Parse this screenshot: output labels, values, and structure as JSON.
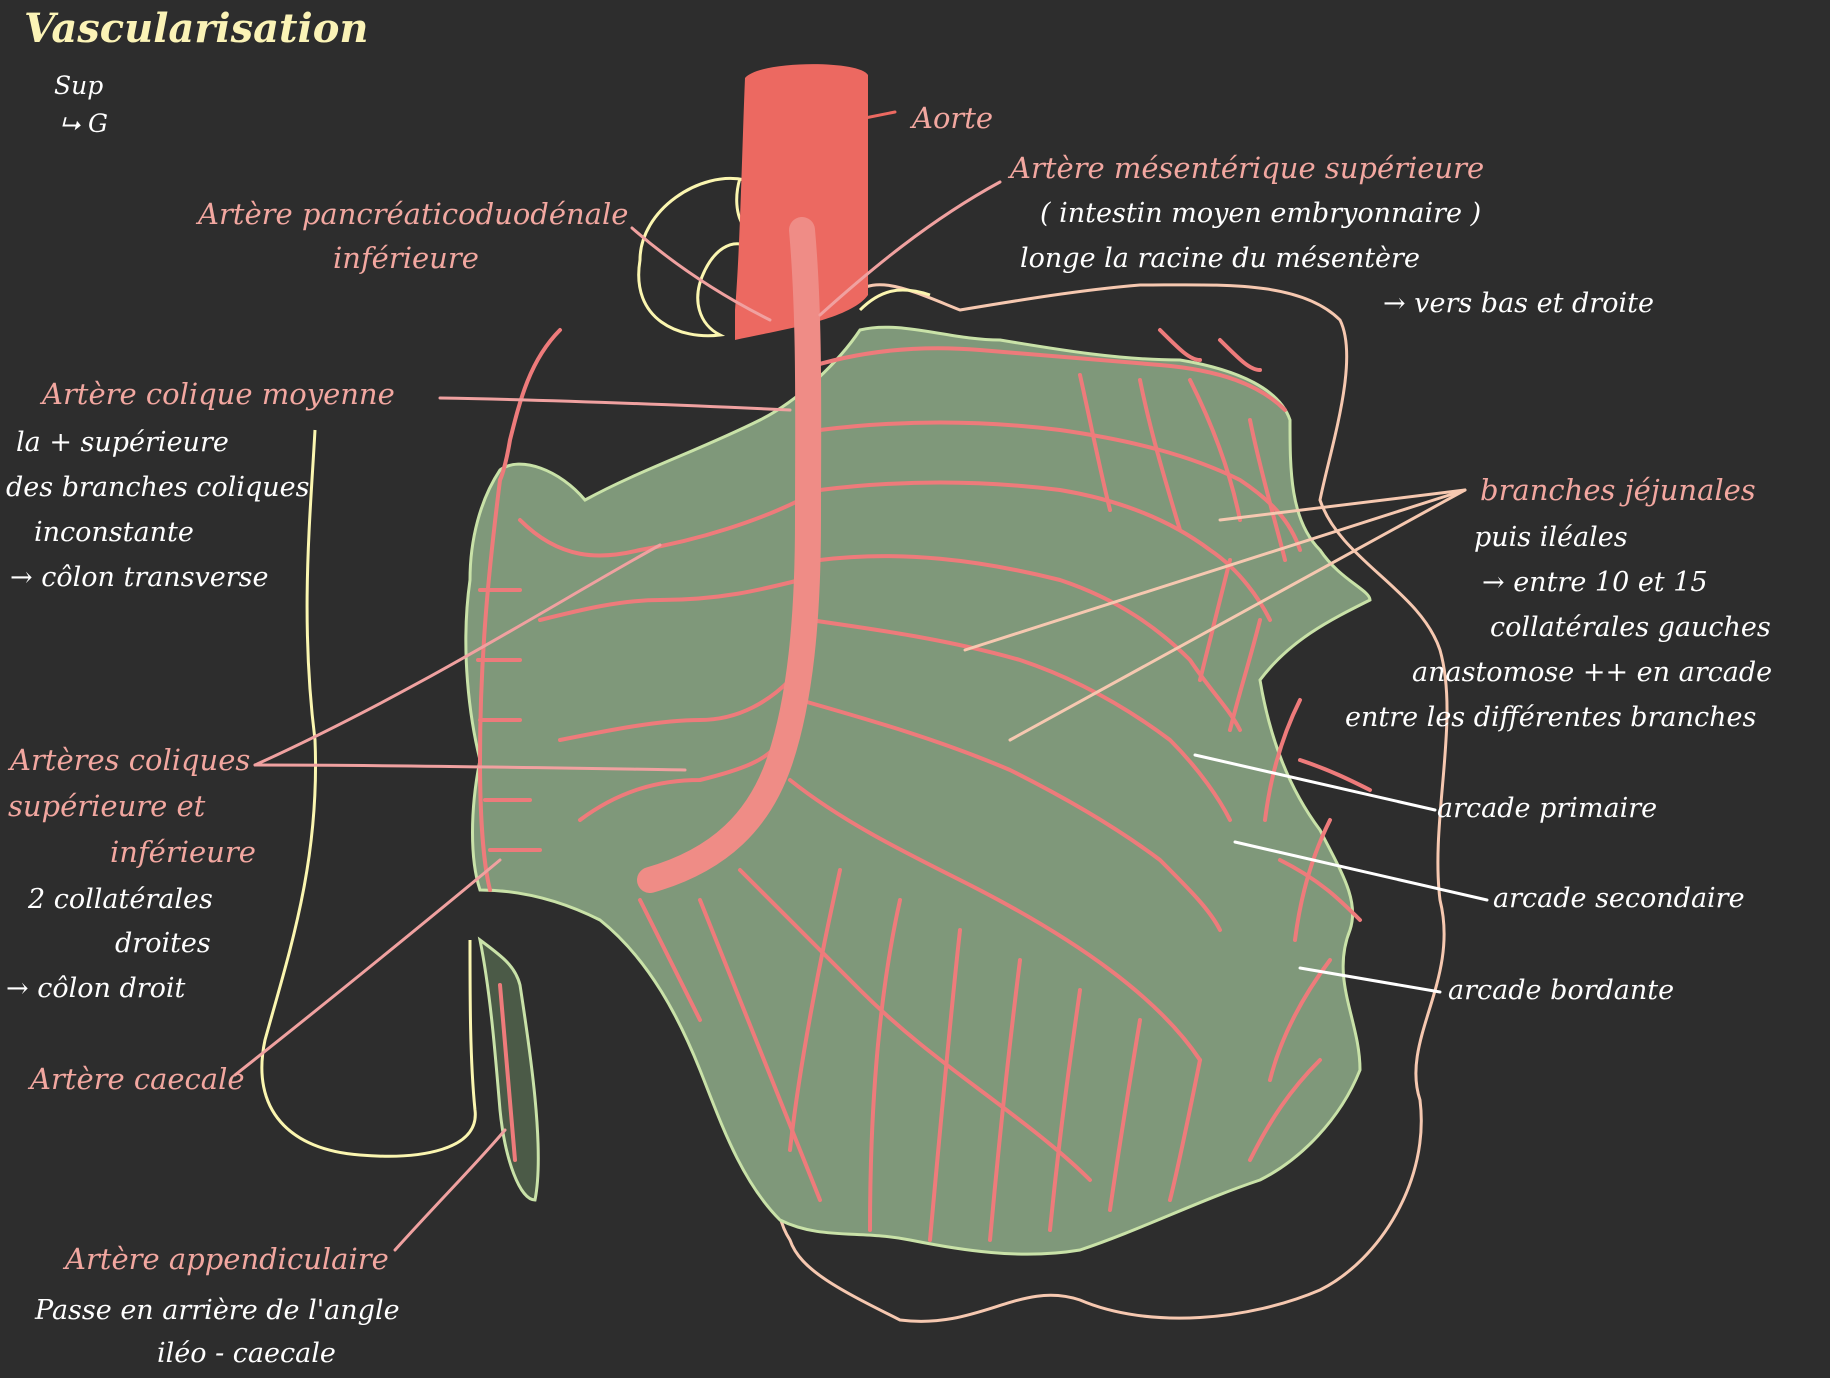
{
  "colors": {
    "background": "#2d2d2d",
    "title": "#fbf3b6",
    "pink_label": "#f2a7a0",
    "white_label": "#ffffff",
    "aorta": "#ec6961",
    "mesenteric_artery": "#ef8c86",
    "intestine_fill": "#7f987a",
    "intestine_outline": "#c9e2a8",
    "vessel": "#ee7b7b",
    "mesocolon_outline": "#fbf6b0",
    "mesentery_outline": "#f6c8b0",
    "leader_pink": "#f0a1a0",
    "leader_white": "#ffffff"
  },
  "title": "Vascularisation",
  "orientation": {
    "line1": "Sup",
    "line2": "⮡ G"
  },
  "labels": {
    "aorte": "Aorte",
    "ams_title": "Artère mésentérique supérieure",
    "ams_sub1": "( intestin moyen embryonnaire )",
    "ams_sub2": "longe la racine du mésentère",
    "ams_sub3": "→ vers bas et droite",
    "pancreatico_1": "Artère pancréaticoduodénale",
    "pancreatico_2": "inférieure",
    "colique_moy_title": "Artère colique moyenne",
    "colique_moy_1": "la + supérieure",
    "colique_moy_2": "des branches coliques",
    "colique_moy_3": "inconstante",
    "colique_moy_4": "→ côlon transverse",
    "coliques_title_1": "Artères coliques",
    "coliques_title_2": "supérieure et",
    "coliques_title_3": "inférieure",
    "coliques_1": "2 collatérales",
    "coliques_2": "droites",
    "coliques_3": "→ côlon droit",
    "caecale": "Artère caecale",
    "appendiculaire": "Artère appendiculaire",
    "appendiculaire_1": "Passe en arrière de l'angle",
    "appendiculaire_2": "iléo - caecale",
    "jejunales_title": "branches jéjunales",
    "jejunales_1": "puis iléales",
    "jejunales_2": "→ entre 10 et 15",
    "jejunales_3": "collatérales gauches",
    "jejunales_4": "anastomose ++  en arcade",
    "jejunales_5": "entre les différentes branches",
    "arcade_primaire": "arcade primaire",
    "arcade_secondaire": "arcade secondaire",
    "arcade_bordante": "arcade bordante"
  }
}
